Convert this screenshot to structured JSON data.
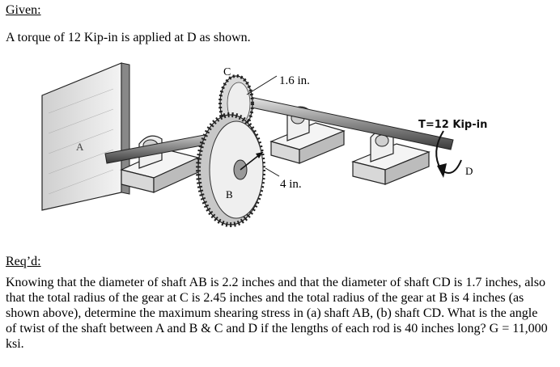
{
  "given": {
    "heading": "Given:",
    "text": "A torque of 12 Kip-in is applied at D as shown."
  },
  "figure": {
    "labels": {
      "c": "C",
      "dim_top": "1.6 in.",
      "torque": "T=12 Kip-in",
      "a": "A",
      "d": "D",
      "b": "B",
      "dim_bottom": "4 in."
    }
  },
  "required": {
    "heading": "Req’d:",
    "text": "Knowing that the diameter of shaft AB is 2.2 inches and that the diameter of shaft CD is 1.7 inches, also that the total radius of the gear at C is 2.45 inches and the total radius of the gear at B is 4 inches (as shown above), determine the maximum shearing stress in (a) shaft AB, (b) shaft CD.  What is the angle of twist of the shaft between A and B & C and D if the lengths of each rod is 40 inches long? G = 11,000 ksi."
  }
}
